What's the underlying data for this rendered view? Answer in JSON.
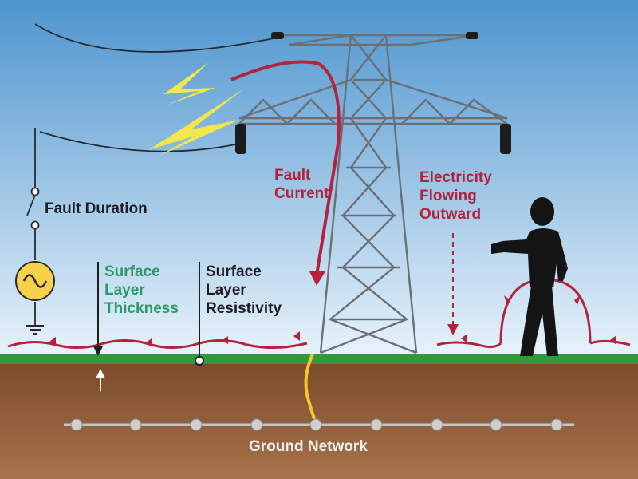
{
  "labels": {
    "fault_duration": "Fault Duration",
    "fault_current": [
      "Fault",
      "Current"
    ],
    "electricity_flowing": [
      "Electricity",
      "Flowing",
      "Outward"
    ],
    "surface_layer_thickness": [
      "Surface",
      "Layer",
      "Thickness"
    ],
    "surface_layer_resistivity": [
      "Surface",
      "Layer",
      "Resistivity"
    ],
    "ground_network": "Ground Network"
  },
  "colors": {
    "sky_top": "#4d95cf",
    "sky_bottom": "#e9f3fb",
    "grass": "#2f9a3c",
    "soil_top": "#7a4a2a",
    "soil_bottom": "#a8734c",
    "current_red": "#b3243c",
    "label_green": "#2b9a6a",
    "lightning": "#f2e84a",
    "tower": "#6b6f76",
    "earth_current": "#f6c630"
  },
  "icons": [
    "lightning-bolt-icon",
    "ac-source-icon",
    "ground-icon",
    "person-icon",
    "transmission-tower-icon"
  ]
}
